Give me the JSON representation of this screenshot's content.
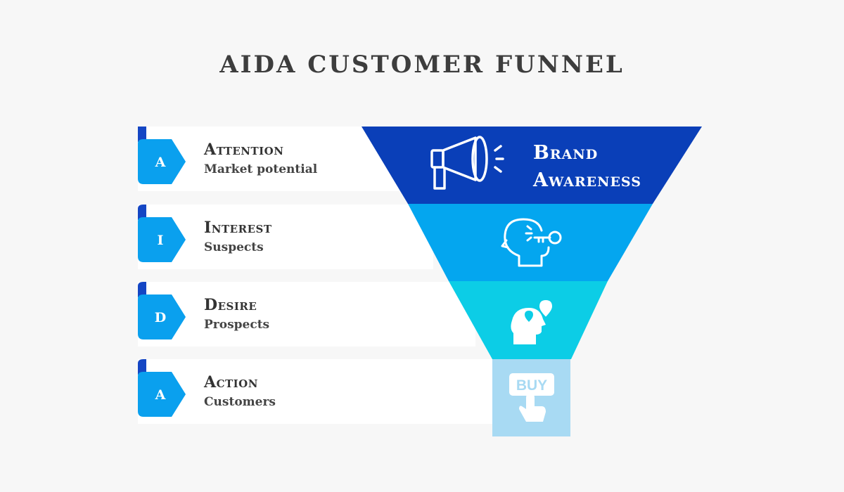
{
  "title": "AIDA CUSTOMER FUNNEL",
  "colors": {
    "accent_dark": "#0a3fb8",
    "accent_mid": "#04a6ef",
    "accent_light": "#0ccde6",
    "accent_pale": "#a8daf3",
    "badge_fold": "#1446c4",
    "text_dark": "#333333"
  },
  "stages": [
    {
      "letter": "A",
      "name": "Attention",
      "subtitle": "Market potential",
      "icon": "megaphone-icon",
      "color": "#0a3fb8"
    },
    {
      "letter": "I",
      "name": "Interest",
      "subtitle": "Suspects",
      "icon": "head-key-icon",
      "color": "#04a6ef"
    },
    {
      "letter": "D",
      "name": "Desire",
      "subtitle": "Prospects",
      "icon": "head-hearts-icon",
      "color": "#0ccde6"
    },
    {
      "letter": "A",
      "name": "Action",
      "subtitle": "Customers",
      "icon": "buy-button-icon",
      "color": "#a8daf3"
    }
  ],
  "funnel": {
    "top_label_line1": "Brand",
    "top_label_line2": "Awareness",
    "buy_label": "BUY"
  }
}
